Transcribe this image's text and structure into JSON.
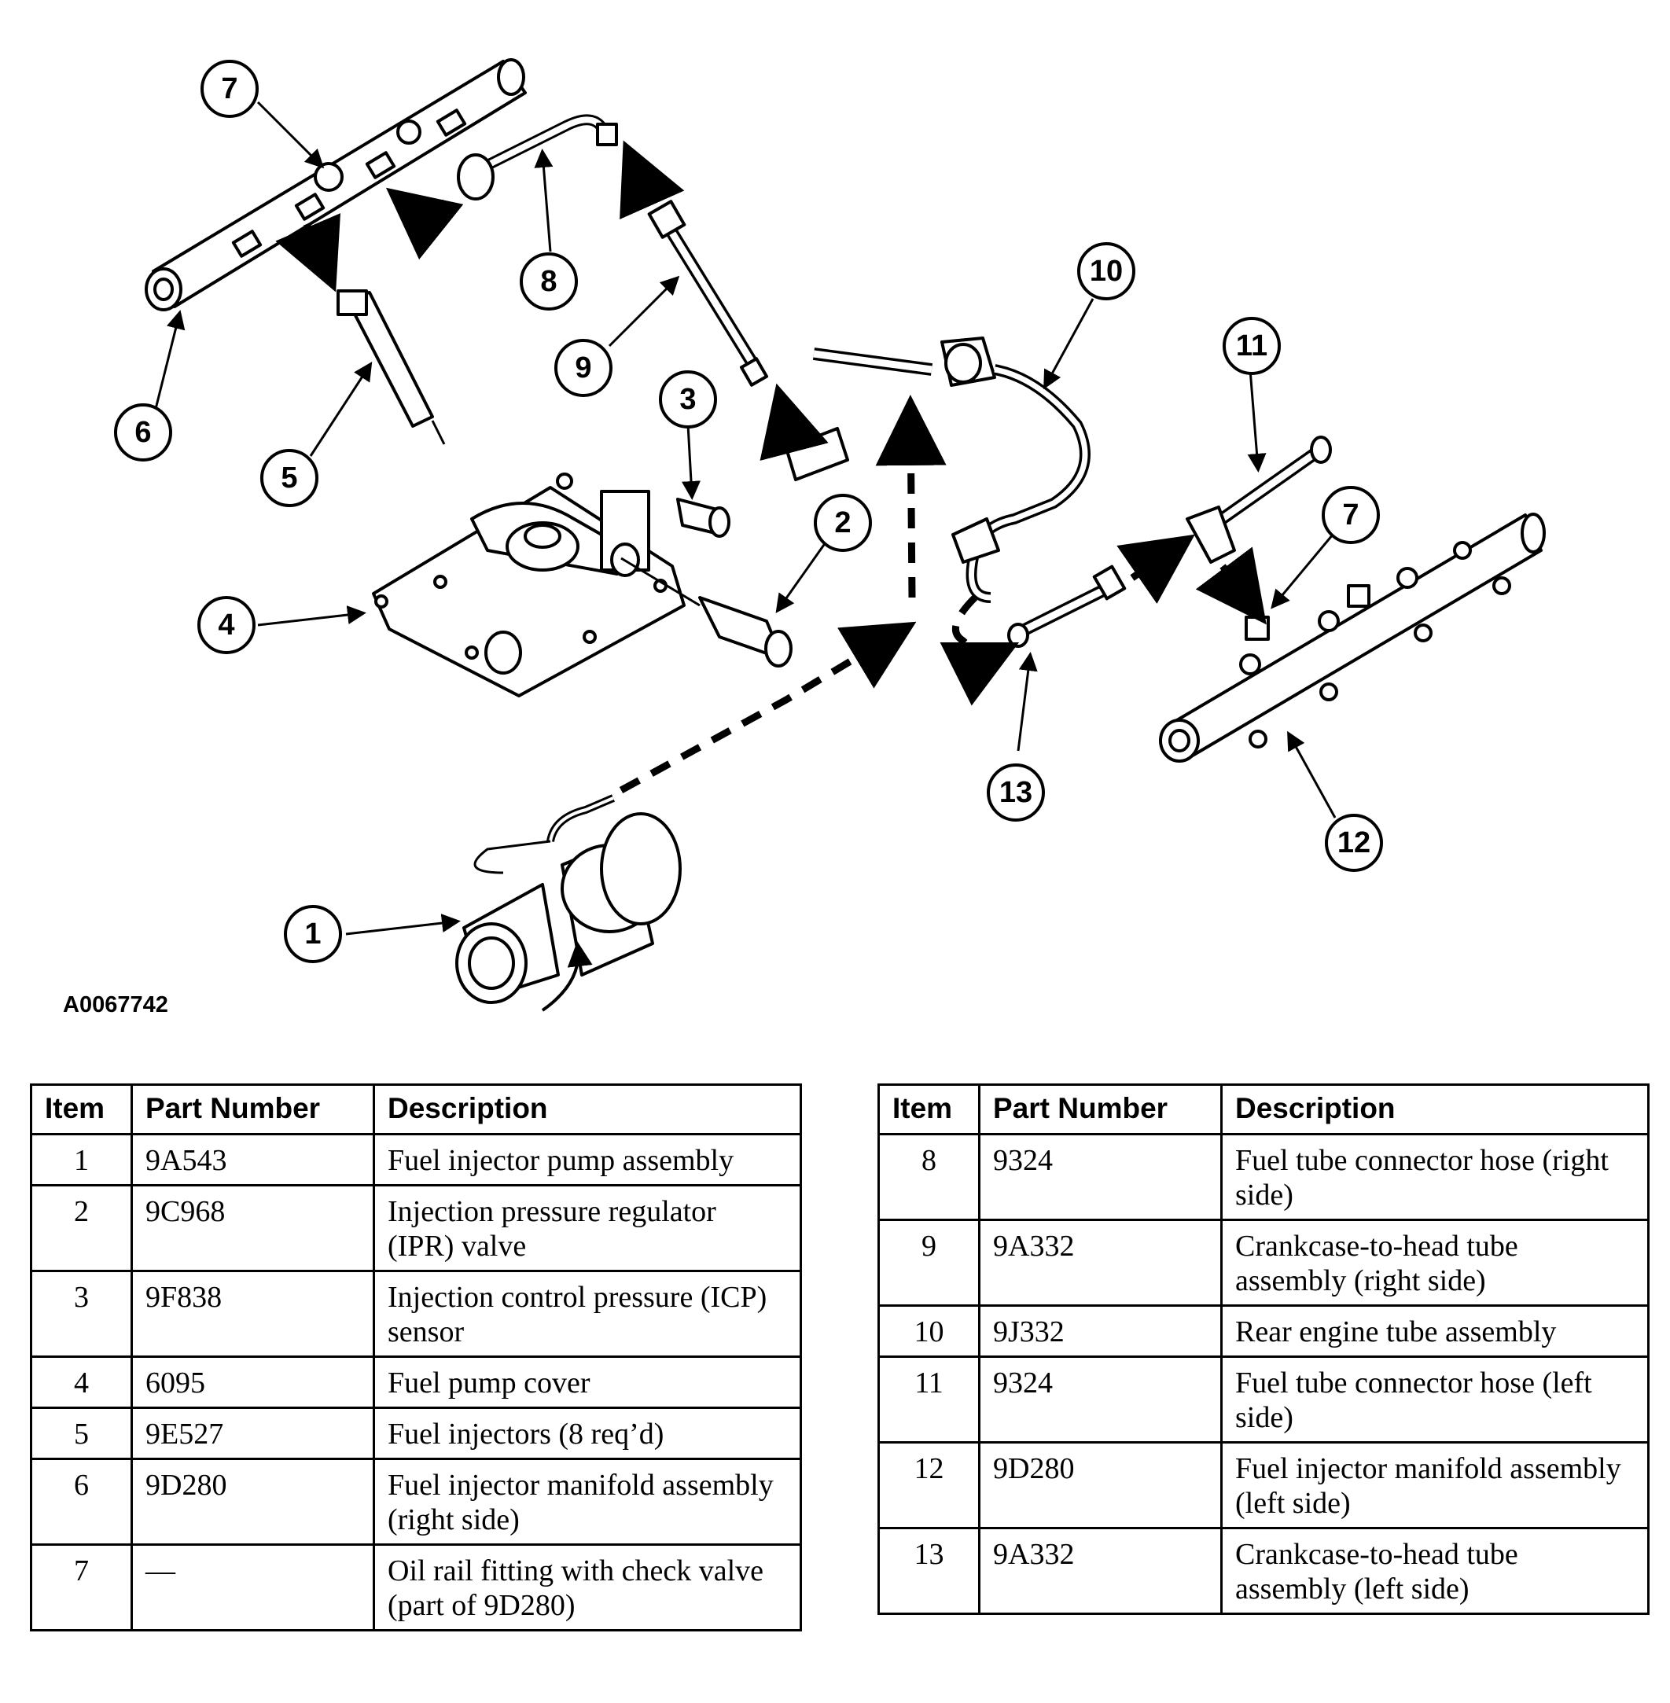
{
  "figure_id": "A0067742",
  "callouts": [
    "1",
    "2",
    "3",
    "4",
    "5",
    "6",
    "7",
    "8",
    "9",
    "10",
    "11",
    "12",
    "13",
    "7"
  ],
  "table_headers": {
    "item": "Item",
    "part_number": "Part Number",
    "description": "Description"
  },
  "table_left": [
    {
      "item": "1",
      "part": "9A543",
      "desc": "Fuel injector pump assembly"
    },
    {
      "item": "2",
      "part": "9C968",
      "desc": "Injection pressure regulator (IPR) valve"
    },
    {
      "item": "3",
      "part": "9F838",
      "desc": "Injection control pressure (ICP) sensor"
    },
    {
      "item": "4",
      "part": "6095",
      "desc": "Fuel pump cover"
    },
    {
      "item": "5",
      "part": "9E527",
      "desc": "Fuel injectors (8 req’d)"
    },
    {
      "item": "6",
      "part": "9D280",
      "desc": "Fuel injector manifold assembly (right side)"
    },
    {
      "item": "7",
      "part": "—",
      "desc": "Oil rail fitting with check valve (part of 9D280)"
    }
  ],
  "table_right": [
    {
      "item": "8",
      "part": "9324",
      "desc": "Fuel tube connector hose (right side)"
    },
    {
      "item": "9",
      "part": "9A332",
      "desc": "Crankcase-to-head tube assembly (right side)"
    },
    {
      "item": "10",
      "part": "9J332",
      "desc": "Rear engine tube assembly"
    },
    {
      "item": "11",
      "part": "9324",
      "desc": "Fuel tube connector hose (left side)"
    },
    {
      "item": "12",
      "part": "9D280",
      "desc": "Fuel injector manifold assembly (left side)"
    },
    {
      "item": "13",
      "part": "9A332",
      "desc": "Crankcase-to-head tube assembly (left side)"
    }
  ]
}
